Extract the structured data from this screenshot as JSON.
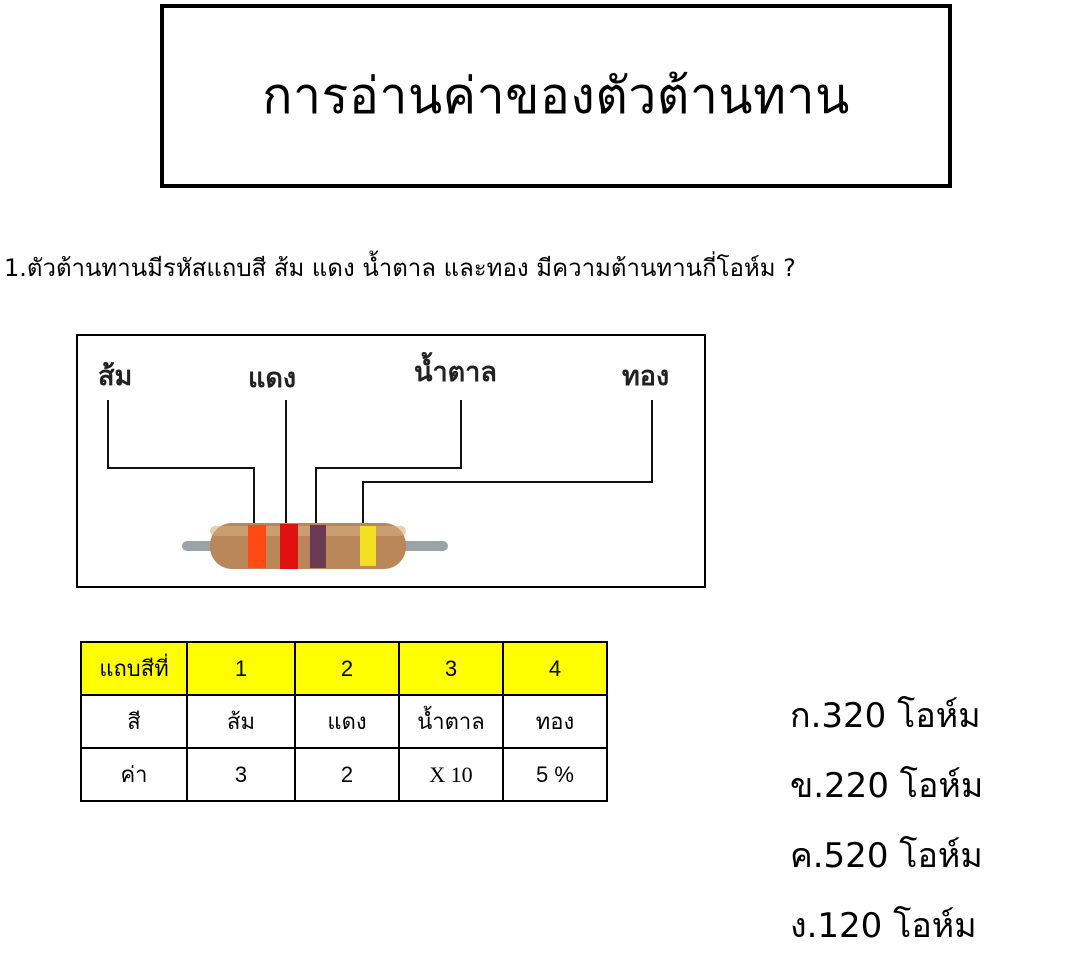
{
  "title": "การอ่านค่าของตัวต้านทาน",
  "question": "1.ตัวต้านทานมีรหัสแถบสี ส้ม แดง น้ำตาล และทอง มีความต้านทานกี่โอห์ม ?",
  "figure": {
    "labels": [
      "ส้ม",
      "แดง",
      "น้ำตาล",
      "ทอง"
    ],
    "band_colors": [
      "#ff4a14",
      "#e01010",
      "#6a3a54",
      "#f4e020"
    ],
    "body_color": "#b9875a"
  },
  "table": {
    "header": [
      "แถบสีที่",
      "1",
      "2",
      "3",
      "4"
    ],
    "rows": [
      [
        "สี",
        "ส้ม",
        "แดง",
        "น้ำตาล",
        "ทอง"
      ],
      [
        "ค่า",
        "3",
        "2",
        "X 10",
        "5 %"
      ]
    ]
  },
  "answers": [
    "ก.320 โอห์ม",
    "ข.220  โอห์ม",
    "ค.520 โอห์ม",
    "ง.120 โอห์ม"
  ]
}
